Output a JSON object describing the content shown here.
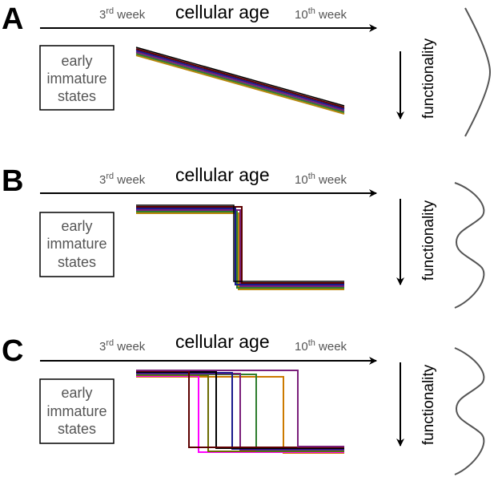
{
  "colors": {
    "axis": "#000000",
    "week_text": "#555555",
    "box_text": "#555555",
    "curve": "#555555",
    "traces": [
      "#5c0000",
      "#1a1a8c",
      "#7a1f7a",
      "#2e7d2e",
      "#b8860b",
      "#555555",
      "#cc7a00",
      "#6b6b00",
      "#ff00ff",
      "#000000"
    ]
  },
  "panels": [
    {
      "letter": "A",
      "axis_title": "cellular age",
      "week_start": {
        "num": "3",
        "sup": "rd",
        "word": " week"
      },
      "week_end": {
        "num": "10",
        "sup": "th",
        "word": " week"
      },
      "box_lines": [
        "early",
        "immature",
        "states"
      ],
      "functionality_label": "functionality",
      "pattern": "gradual-decline",
      "distribution": "unimodal"
    },
    {
      "letter": "B",
      "axis_title": "cellular age",
      "week_start": {
        "num": "3",
        "sup": "rd",
        "word": " week"
      },
      "week_end": {
        "num": "10",
        "sup": "th",
        "word": " week"
      },
      "box_lines": [
        "early",
        "immature",
        "states"
      ],
      "functionality_label": "functionality",
      "pattern": "synchronous-step",
      "distribution": "bimodal"
    },
    {
      "letter": "C",
      "axis_title": "cellular age",
      "week_start": {
        "num": "3",
        "sup": "rd",
        "word": " week"
      },
      "week_end": {
        "num": "10",
        "sup": "th",
        "word": " week"
      },
      "box_lines": [
        "early",
        "immature",
        "states"
      ],
      "functionality_label": "functionality",
      "pattern": "staggered-step",
      "distribution": "bimodal"
    }
  ]
}
